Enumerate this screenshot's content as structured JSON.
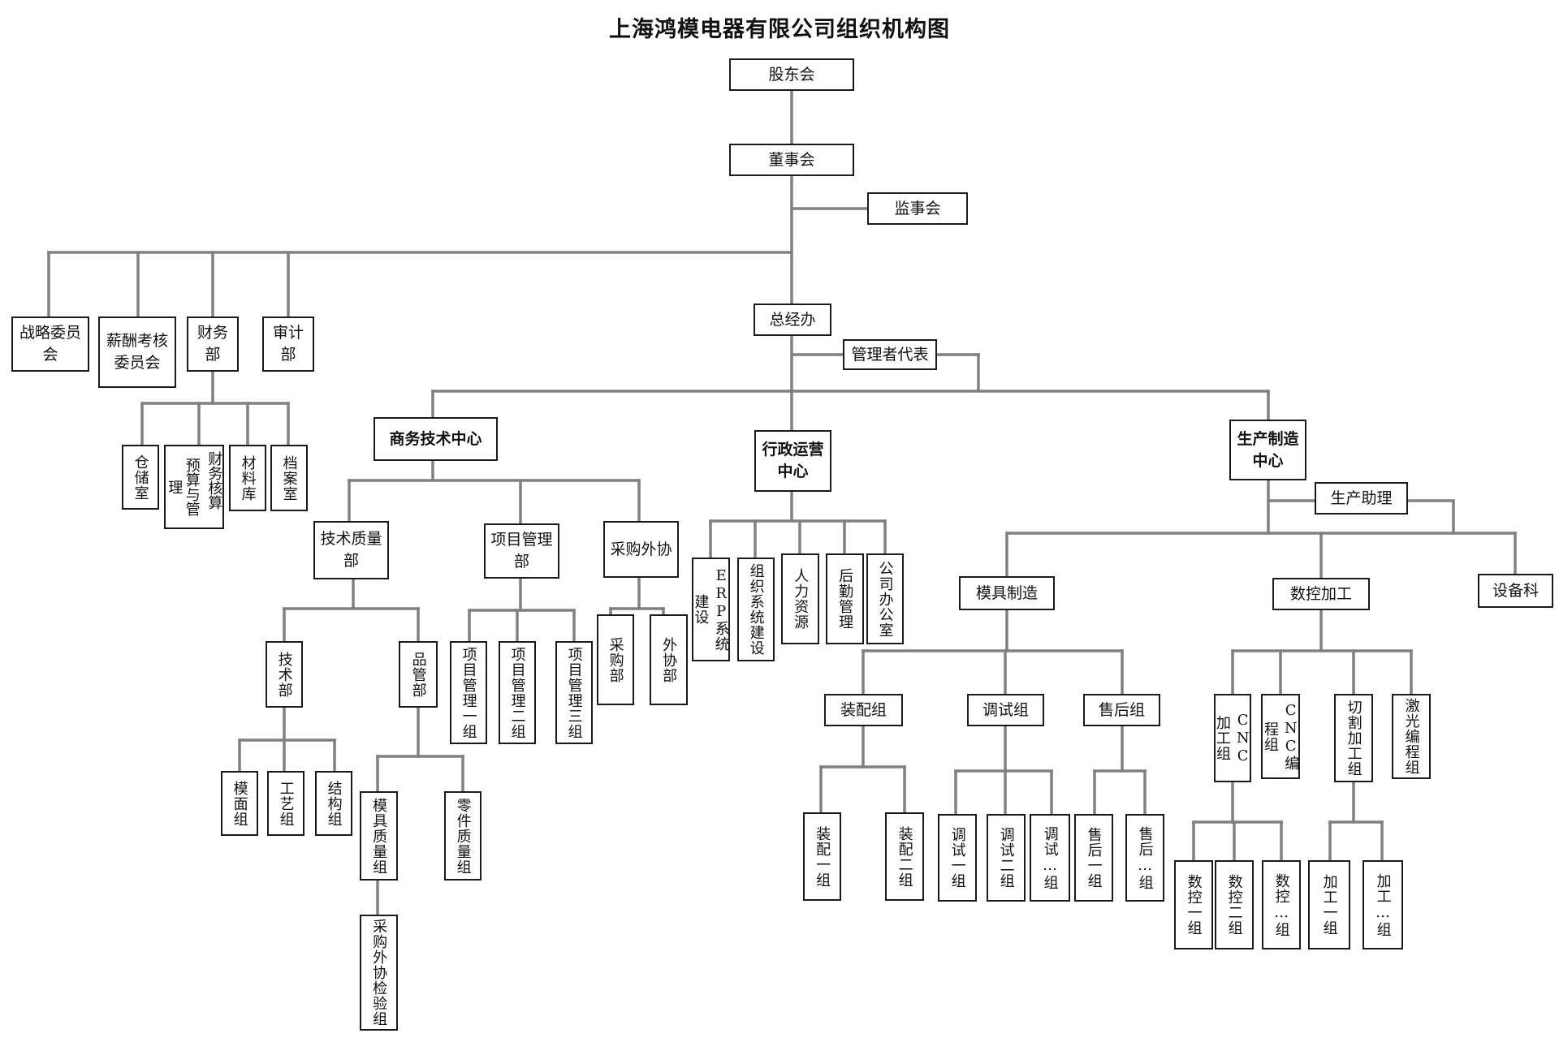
{
  "title": "上海鸿模电器有限公司组织机构图",
  "nodes": {
    "shareholders": "股东会",
    "board": "董事会",
    "supervisors": "监事会",
    "strategy_committee": "战略委员会",
    "compensation_committee": "薪酬考核委员会",
    "finance_dept": "财务部",
    "audit_dept": "审计部",
    "warehouse": "仓储室",
    "budget_col1": "财务核算",
    "budget_col2": "预算与管理",
    "materials_store": "材料库",
    "archives": "档案室",
    "general_manager": "总经办",
    "management_rep": "管理者代表",
    "business_tech_center": "商务技术中心",
    "admin_center": "行政运营中心",
    "production_center": "生产制造中心",
    "production_assistant": "生产助理",
    "tech_quality_dept": "技术质量部",
    "project_mgmt_dept": "项目管理部",
    "purchase_outsource": "采购外协",
    "tech_dept": "技术部",
    "quality_dept": "品管部",
    "mold_surface_group": "模面组",
    "process_group": "工艺组",
    "structure_group": "结构组",
    "mold_quality_group": "模具质量组",
    "parts_quality_group": "零件质量组",
    "purchase_inspection_group": "采购外协检验组",
    "project_group_1": "项目管理一组",
    "project_group_2": "项目管理二组",
    "project_group_3": "项目管理三组",
    "purchasing_dept": "采购部",
    "outsourcing_dept": "外协部",
    "erp_build": "ERP系统建设",
    "org_build": "组织系统建设",
    "hr": "人力资源",
    "logistics": "后勤管理",
    "company_office": "公司办公室",
    "mold_making": "模具制造",
    "cnc_processing": "数控加工",
    "equipment_section": "设备科",
    "assembly_group": "装配组",
    "debug_group": "调试组",
    "after_sales_group": "售后组",
    "assembly_1": "装配一组",
    "assembly_2": "装配二组",
    "debug_1": "调试一组",
    "debug_2": "调试二组",
    "debug_n": "调试…组",
    "after_sales_1": "售后一组",
    "after_sales_n": "售后…组",
    "cnc_processing_group": "CNC 加工组",
    "cnc_programming_group": "CNC编程组",
    "cutting_group": "切割加工组",
    "laser_programming_group": "激光编程组",
    "cnc_1": "数控一组",
    "cnc_2": "数控二组",
    "cnc_n": "数控…组",
    "processing_1": "加工一组",
    "processing_n": "加工…组"
  },
  "colors": {
    "connector": "#808080",
    "border": "#1a1a1a"
  }
}
